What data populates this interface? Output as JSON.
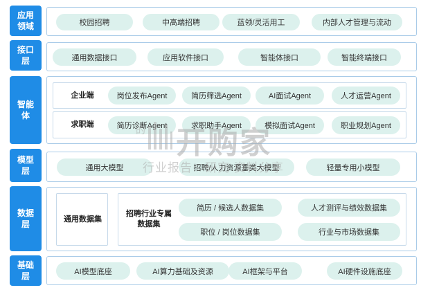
{
  "layers": {
    "application": {
      "label": "应用领域",
      "items": [
        "校园招聘",
        "中高端招聘",
        "蓝领/灵活用工",
        "内部人才管理与流动"
      ]
    },
    "interface": {
      "label": "接口层",
      "items": [
        "通用数据接口",
        "应用软件接口",
        "智能体接口",
        "智能终端接口"
      ]
    },
    "agent": {
      "label": "智能体",
      "enterprise": {
        "title": "企业端",
        "items": [
          "岗位发布Agent",
          "简历筛选Agent",
          "AI面试Agent",
          "人才运营Agent"
        ]
      },
      "jobseeker": {
        "title": "求职端",
        "items": [
          "简历诊断Agent",
          "求职助手Agent",
          "模拟面试Agent",
          "职业规划Agent"
        ]
      }
    },
    "model": {
      "label": "模型层",
      "items": [
        "通用大模型",
        "招聘/人力资源垂类大模型",
        "轻量专用小模型"
      ]
    },
    "data": {
      "label": "数据层",
      "general": "通用数据集",
      "exclusive": "招聘行业专属数据集",
      "items": [
        "简历 / 候选人数据集",
        "人才测评与绩效数据集",
        "职位 / 岗位数据集",
        "行业与市场数据集"
      ]
    },
    "foundation": {
      "label": "基础层",
      "items": [
        "AI模型底座",
        "AI算力基础及资源",
        "AI框架与平台",
        "AI硬件设施底座"
      ]
    }
  },
  "watermark": {
    "logo_text": "开购家",
    "logo_prefix": "的",
    "subtitle": "行业报告 · 研究  资料分享"
  }
}
